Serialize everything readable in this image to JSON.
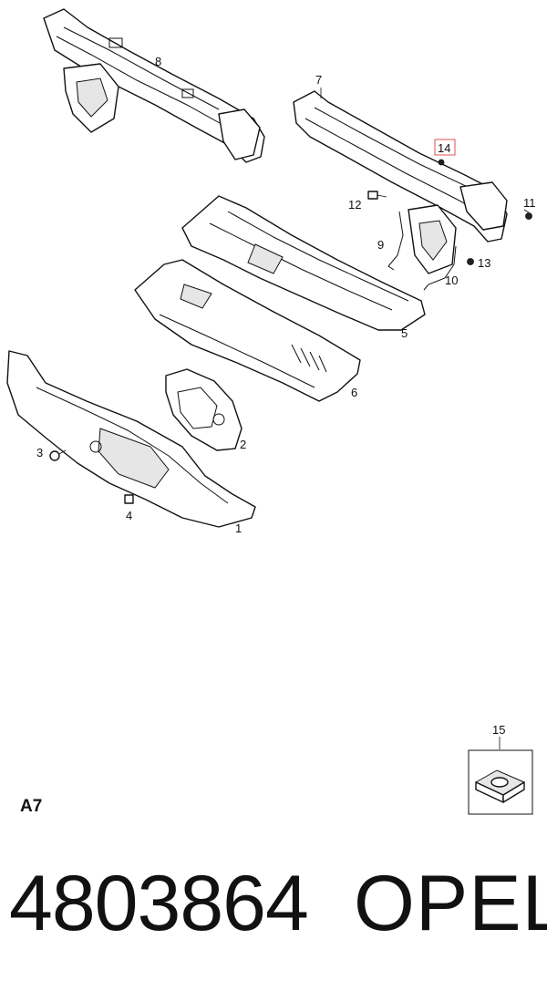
{
  "callouts": {
    "c1": "1",
    "c2": "2",
    "c3": "3",
    "c4": "4",
    "c5": "5",
    "c6": "6",
    "c7": "7",
    "c8": "8",
    "c9": "9",
    "c10": "10",
    "c11": "11",
    "c12": "12",
    "c13": "13",
    "c14": "14",
    "c15": "15"
  },
  "highlight_callout": "14",
  "highlight_color": "#e05050",
  "section_label": "A7",
  "part_number": "4803864",
  "brand": "OPEL"
}
